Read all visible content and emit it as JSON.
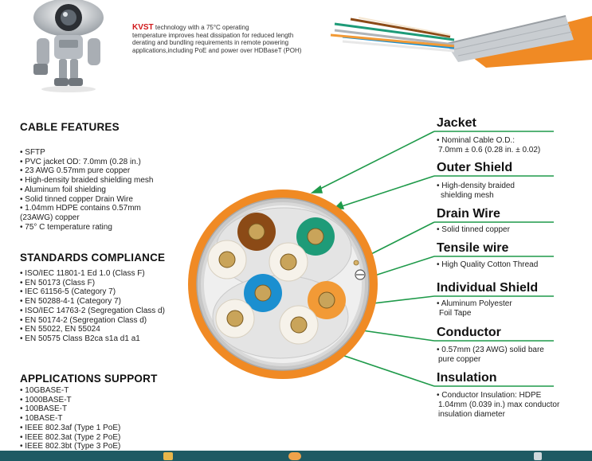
{
  "intro": {
    "brand": "KVST",
    "lines": [
      "technology with a 75°C operating",
      "temperature improves heat dissipation for reduced length",
      "derating and bundling requirements in remote powering",
      "applications,including PoE and power over HDBaseT (POH)"
    ]
  },
  "features": {
    "title": "CABLE FEATURES",
    "items": [
      "• SFTP",
      "• PVC jacket OD: 7.0mm (0.28 in.)",
      "• 23 AWG 0.57mm   pure copper",
      "• High-density braided shielding mesh",
      "• Aluminum foil shielding",
      "•  Solid tinned copper Drain Wire",
      "• 1.04mm HDPE contains 0.57mm",
      "(23AWG) copper",
      "• 75° C temperature rating"
    ]
  },
  "standards": {
    "title": "STANDARDS COMPLIANCE",
    "items": [
      "• ISO/IEC 11801-1 Ed 1.0 (Class F)",
      "• EN 50173 (Class F)",
      "• IEC 61156-5 (Category 7)",
      "• EN 50288-4-1 (Category 7)",
      "• ISO/IEC 14763-2 (Segregation Class d)",
      "• EN 50174-2 (Segregation Class d)",
      "• EN 55022, EN 55024",
      "• EN 50575 Class B2ca s1a d1 a1"
    ]
  },
  "applications": {
    "title": "APPLICATIONS SUPPORT",
    "items": [
      "• 10GBASE-T",
      "• 1000BASE-T",
      "• 100BASE-T",
      "• 10BASE-T",
      "• IEEE 802.3af (Type 1 PoE)",
      "• IEEE 802.3at (Type 2 PoE)",
      "• IEEE 802.3bt (Type 3 PoE)"
    ]
  },
  "callouts": [
    {
      "title": "Jacket",
      "lines": [
        "• Nominal Cable O.D.:",
        "7.0mm ± 0.6 (0.28 in. ± 0.02)"
      ]
    },
    {
      "title": "Outer Shield",
      "lines": [
        "• High-density braided",
        "shielding mesh"
      ]
    },
    {
      "title": "Drain Wire",
      "lines": [
        "• Solid tinned copper"
      ]
    },
    {
      "title": "Tensile wire",
      "lines": [
        "• High Quality Cotton Thread"
      ]
    },
    {
      "title": "Individual Shield",
      "lines": [
        "• Aluminum Polyester",
        "Foil Tape"
      ]
    },
    {
      "title": "Conductor",
      "lines": [
        "• 0.57mm (23 AWG) solid bare",
        "pure copper"
      ]
    },
    {
      "title": "Insulation",
      "lines": [
        "• Conductor Insulation: HDPE",
        "1.04mm (0.039 in.) max conductor",
        "insulation diameter"
      ]
    }
  ],
  "colors": {
    "accent_green": "#1f9a4a",
    "jacket_orange": "#f08a24",
    "brand_red": "#d0181a",
    "pair_brown": "#8b4a16",
    "pair_green": "#1e9b78",
    "pair_blue": "#1b8fd0",
    "pair_orange": "#f29a36"
  }
}
